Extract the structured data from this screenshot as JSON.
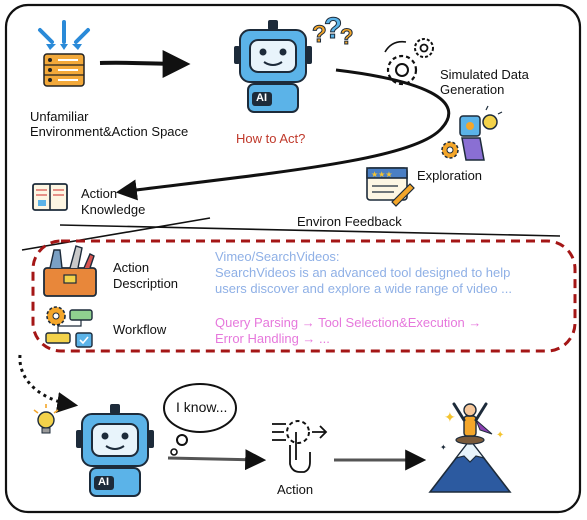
{
  "top": {
    "unfamiliar_line1": "Unfamiliar",
    "unfamiliar_line2": "Environment&Action Space",
    "how_to_act": "How to Act?",
    "robot_badge": "AI",
    "simulated_line1": "Simulated Data",
    "simulated_line2": "Generation",
    "exploration": "Exploration",
    "environ_feedback": "Environ Feedback",
    "action_knowledge_line1": "Action",
    "action_knowledge_line2": "Knowledge"
  },
  "knowledge": {
    "action_description_line1": "Action",
    "action_description_line2": "Description",
    "tool_title": "Vimeo/SearchVideos:",
    "tool_desc_line1": "SearchVideos is an advanced tool designed to help",
    "tool_desc_line2": "users discover and explore a wide range of video ...",
    "workflow_label": "Workflow",
    "workflow_line1": "Query Parsing → Tool Selection&Execution →",
    "workflow_line2": "Error Handling → ..."
  },
  "bottom": {
    "speech": "I know...",
    "robot_badge": "AI",
    "action_label": "Action"
  },
  "colors": {
    "robot_blue": "#5bb3e8",
    "robot_dark": "#1d2b3a",
    "question_orange": "#f4a62a",
    "dashed_border": "#a41616",
    "tool_blue": "#8fb0e6",
    "workflow_pink": "#e678dc",
    "how_to_act_red": "#c0392b"
  },
  "icons": [
    "data-funnel-icon",
    "robot-icon",
    "question-marks-icon",
    "gears-icon",
    "person-idea-icon",
    "gear-icon",
    "rating-card-icon",
    "book-icon",
    "toolbox-icon",
    "workflow-icon",
    "lightbulb-icon",
    "thought-bubble-icon",
    "touch-gear-icon",
    "summit-victory-icon"
  ]
}
